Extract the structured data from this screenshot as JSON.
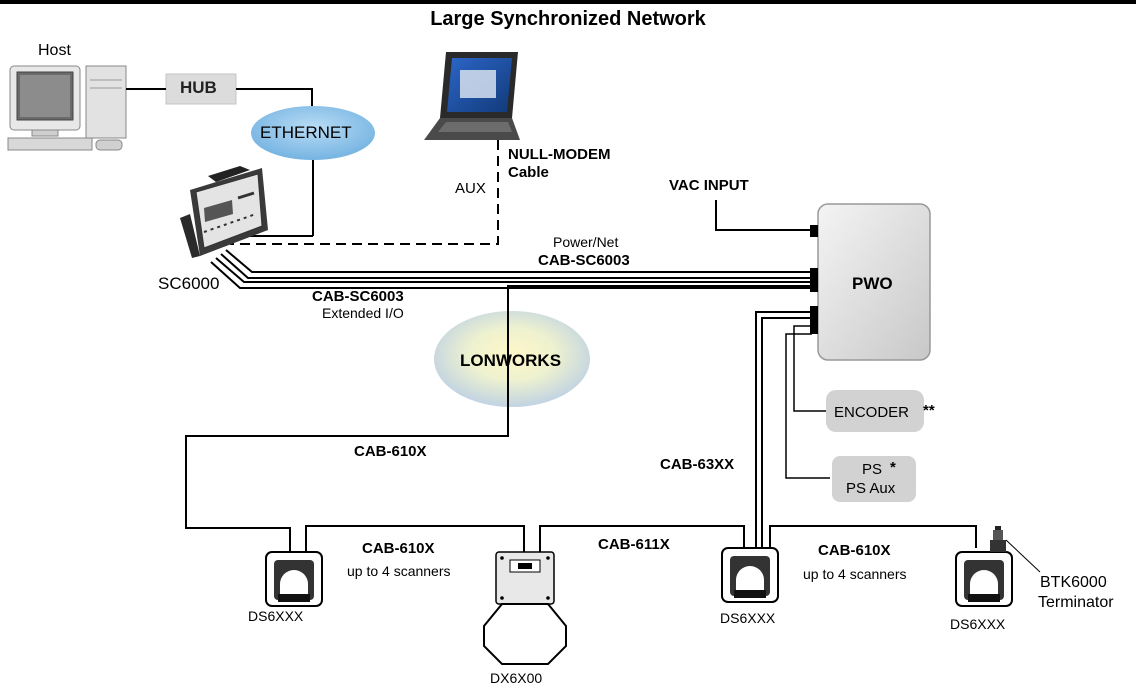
{
  "title": "Large Synchronized Network",
  "devices": {
    "host": "Host",
    "hub": "HUB",
    "ethernet": "ETHERNET",
    "sc6000": "SC6000",
    "pwo": "PWO",
    "lonworks": "LONWORKS",
    "encoder": "ENCODER",
    "encoder_mark": "**",
    "ps": "PS",
    "ps_mark": "*",
    "ps_aux": "PS Aux",
    "ds1": "DS6XXX",
    "dx": "DX6X00",
    "ds2": "DS6XXX",
    "ds3": "DS6XXX",
    "btk_line1": "BTK6000",
    "btk_line2": "Terminator"
  },
  "cables": {
    "null_modem_1": "NULL-MODEM",
    "null_modem_2": "Cable",
    "aux": "AUX",
    "vac_input": "VAC INPUT",
    "power_net": "Power/Net",
    "cab_sc6003_top": "CAB-SC6003",
    "cab_sc6003_bottom": "CAB-SC6003",
    "extended_io": "Extended I/O",
    "cab_610x_left": "CAB-610X",
    "cab_63xx": "CAB-63XX",
    "cab_610x_mid": "CAB-610X",
    "up_to_4_a": "up to 4 scanners",
    "cab_611x": "CAB-611X",
    "cab_610x_right": "CAB-610X",
    "up_to_4_b": "up to 4 scanners"
  }
}
